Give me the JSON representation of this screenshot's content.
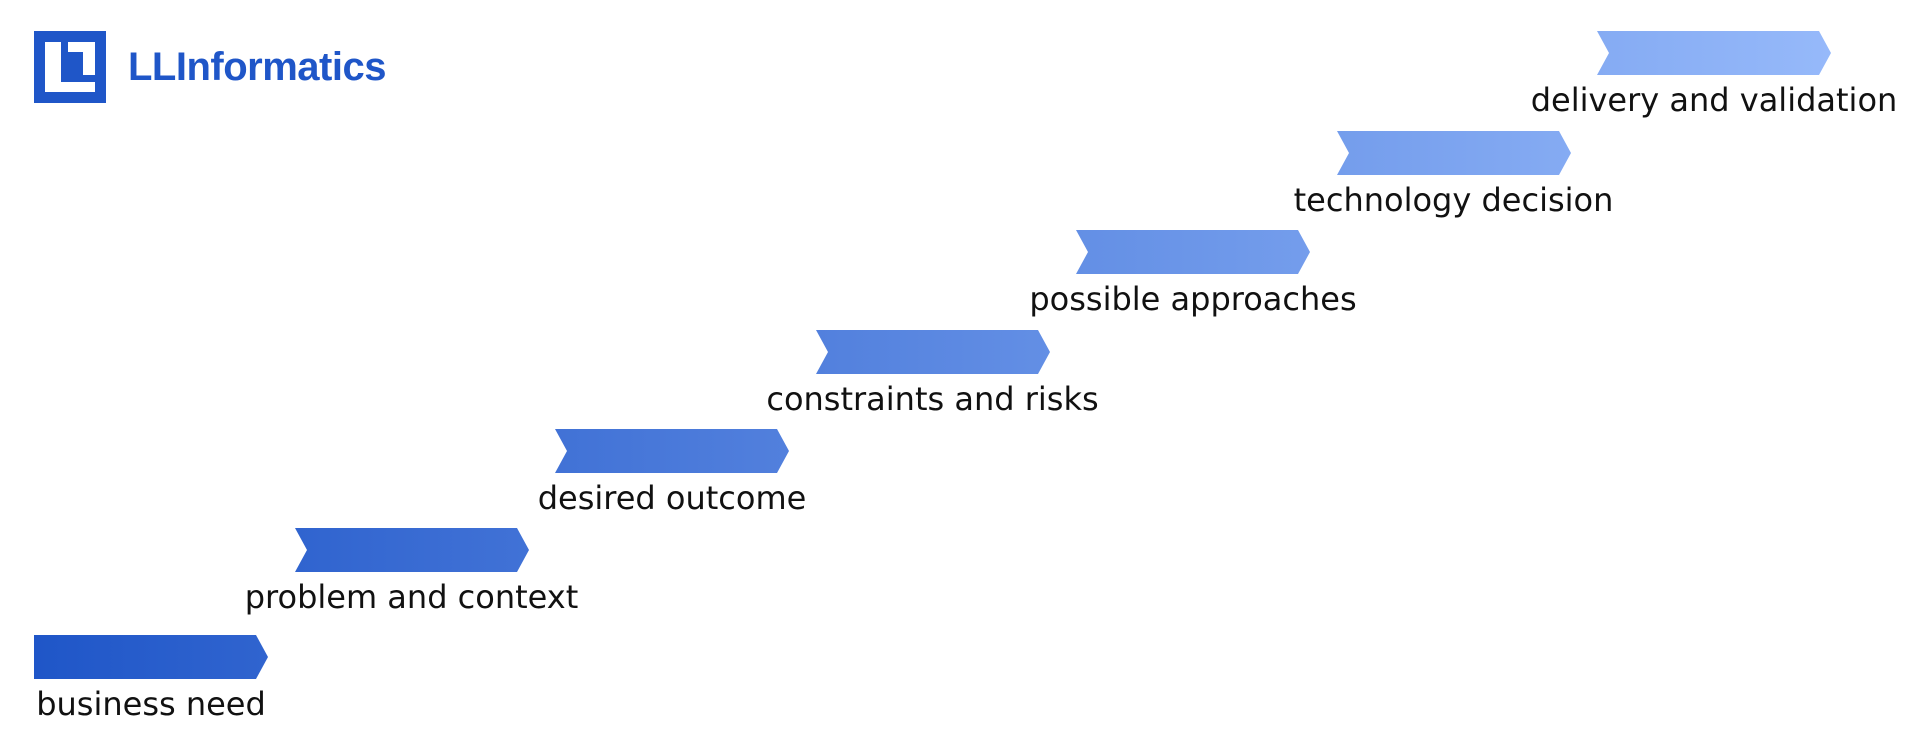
{
  "brand": {
    "name": "LLInformatics",
    "color": "#1f56c8"
  },
  "diagram": {
    "type": "staircase process",
    "direction": "bottom-left to top-right",
    "gradient": {
      "start": "#1f56c8",
      "end": "#96b9fa"
    },
    "steps": [
      {
        "label": "business need",
        "shape": "pentagon-start"
      },
      {
        "label": "problem and context",
        "shape": "chevron"
      },
      {
        "label": "desired outcome",
        "shape": "chevron"
      },
      {
        "label": "constraints and risks",
        "shape": "chevron"
      },
      {
        "label": "possible approaches",
        "shape": "chevron"
      },
      {
        "label": "technology decision",
        "shape": "chevron"
      },
      {
        "label": "delivery and validation",
        "shape": "chevron"
      }
    ]
  }
}
